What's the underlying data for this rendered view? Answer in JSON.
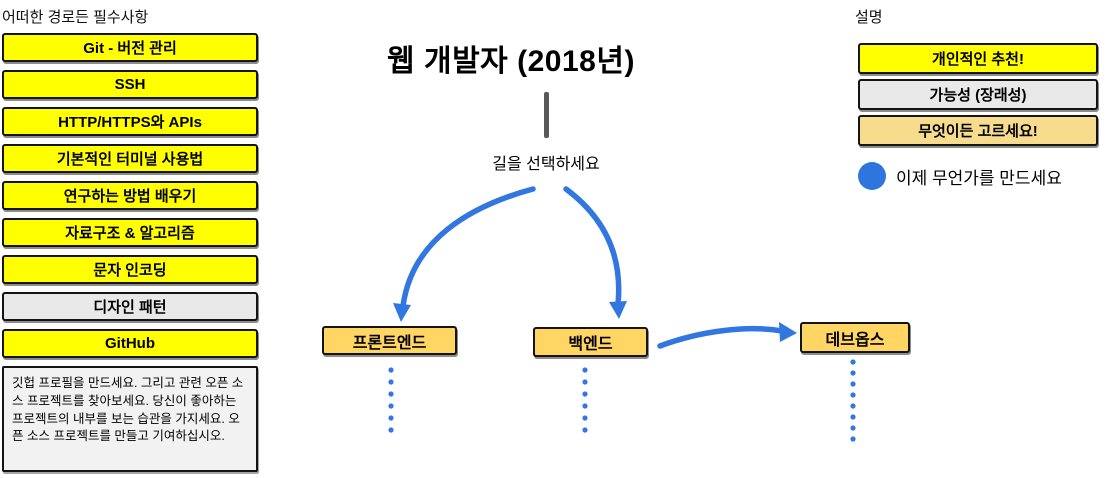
{
  "left_panel": {
    "header": "어떠한 경로든 필수사항",
    "items": [
      {
        "label": "Git - 버전 관리",
        "type": "personal-recommendation"
      },
      {
        "label": "SSH",
        "type": "personal-recommendation"
      },
      {
        "label": "HTTP/HTTPS와 APIs",
        "type": "personal-recommendation"
      },
      {
        "label": "기본적인 터미널 사용법",
        "type": "personal-recommendation"
      },
      {
        "label": "연구하는 방법 배우기",
        "type": "personal-recommendation"
      },
      {
        "label": "자료구조 & 알고리즘",
        "type": "personal-recommendation"
      },
      {
        "label": "문자 인코딩",
        "type": "personal-recommendation"
      },
      {
        "label": "디자인 패턴",
        "type": "possibility"
      },
      {
        "label": "GitHub",
        "type": "personal-recommendation"
      }
    ],
    "note": "깃헙 프로필을 만드세요. 그리고 관련 오픈 소스 프로젝트를 찾아보세요. 당신이 좋아하는 프로젝트의 내부를 보는 습관을 가지세요. 오픈 소스 프로젝트를 만들고 기여하십시오."
  },
  "center": {
    "title": "웹 개발자 (2018년)",
    "prompt": "길을 선택하세요",
    "paths": [
      {
        "label": "프론트엔드"
      },
      {
        "label": "백엔드"
      },
      {
        "label": "데브옵스"
      }
    ]
  },
  "legend": {
    "header": "설명",
    "items": [
      {
        "label": "개인적인 추천!",
        "type": "yellow"
      },
      {
        "label": "가능성 (장래성)",
        "type": "gray"
      },
      {
        "label": "무엇이든 고르세요!",
        "type": "orange"
      }
    ],
    "bullet_icon": "blue-dot",
    "bullet_label": "이제 무언가를 만드세요"
  },
  "colors": {
    "recommendation_yellow": "#ffff00",
    "possibility_gray": "#e9e9e9",
    "path_orange": "#ffd564",
    "legend_tan": "#f8dc8e",
    "accent_blue": "#3277e0",
    "bullet_blue": "#2e75dd",
    "stem_gray": "#595959"
  }
}
